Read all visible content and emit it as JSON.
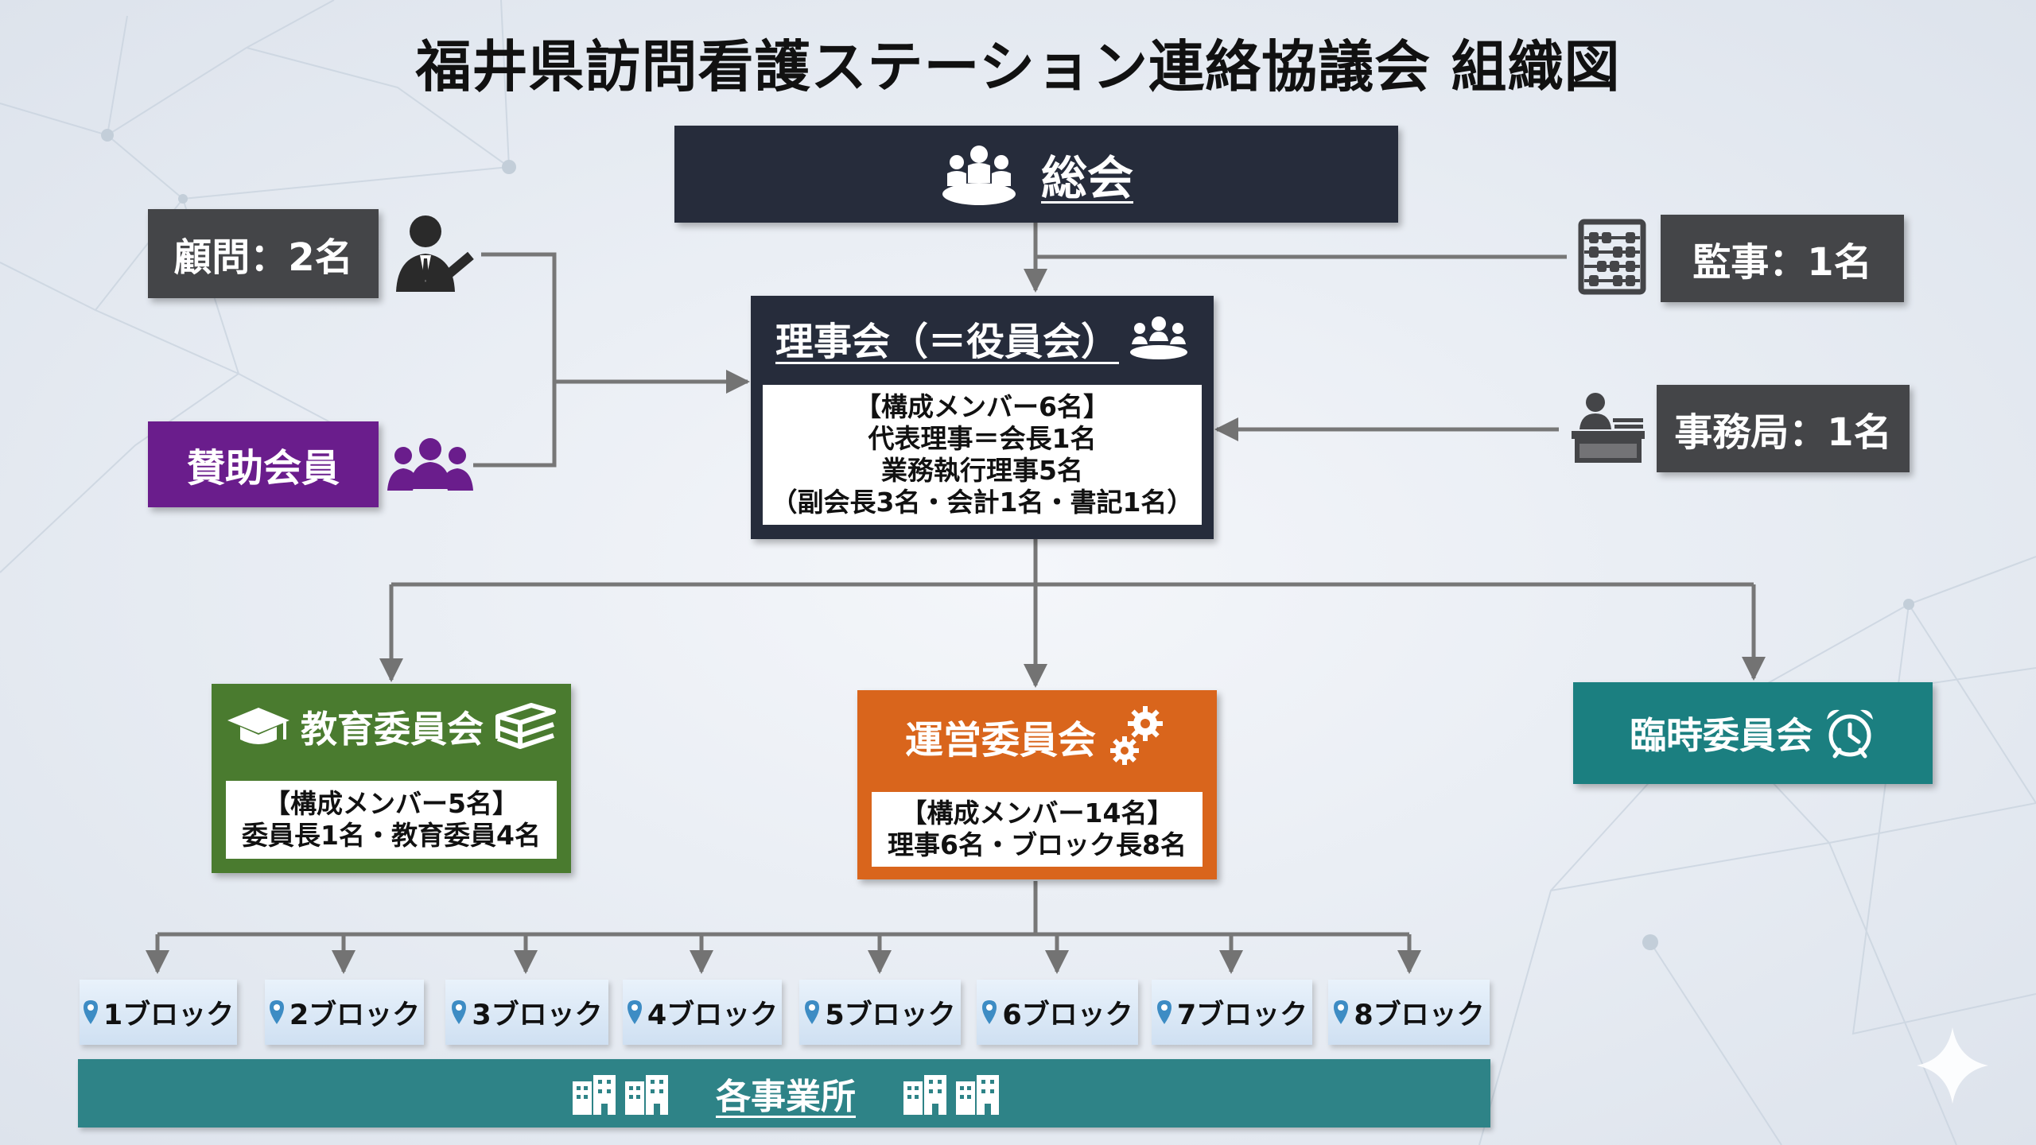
{
  "title": "福井県訪問看護ステーション連絡協議会 組織図",
  "nodes": {
    "soukai": {
      "label": "総会",
      "icon": "meeting-icon"
    },
    "komon": {
      "label": "顧問：2名",
      "icon": "advisor-icon"
    },
    "sanjo": {
      "label": "賛助会員",
      "icon": "group-icon"
    },
    "kanji": {
      "label": "監事：1名",
      "icon": "abacus-icon"
    },
    "jimukyoku": {
      "label": "事務局：1名",
      "icon": "desk-worker-icon"
    },
    "rijikai": {
      "label": "理事会（＝役員会）",
      "icon": "team-icon",
      "details": [
        "【構成メンバー6名】",
        "代表理事＝会長1名",
        "業務執行理事5名",
        "（副会長3名・会計1名・書記1名）"
      ]
    },
    "kyouiku": {
      "label": "教育委員会",
      "icons": [
        "graduation-cap-icon",
        "books-icon"
      ],
      "details": [
        "【構成メンバー5名】",
        "委員長1名・教育委員4名"
      ]
    },
    "unei": {
      "label": "運営委員会",
      "icon": "gears-icon",
      "details": [
        "【構成メンバー14名】",
        "理事6名・ブロック長8名"
      ]
    },
    "rinji": {
      "label": "臨時委員会",
      "icon": "alarm-clock-icon"
    }
  },
  "blocks": [
    "1ブロック",
    "2ブロック",
    "3ブロック",
    "4ブロック",
    "5ブロック",
    "6ブロック",
    "7ブロック",
    "8ブロック"
  ],
  "offices": {
    "label": "各事業所",
    "icon": "buildings-icon"
  },
  "colors": {
    "dark_navy": "#262c3b",
    "gray": "#444548",
    "purple": "#6a1d8c",
    "green": "#4a7b2f",
    "orange": "#d9651c",
    "teal": "#1b7f80",
    "connector": "#737373"
  }
}
